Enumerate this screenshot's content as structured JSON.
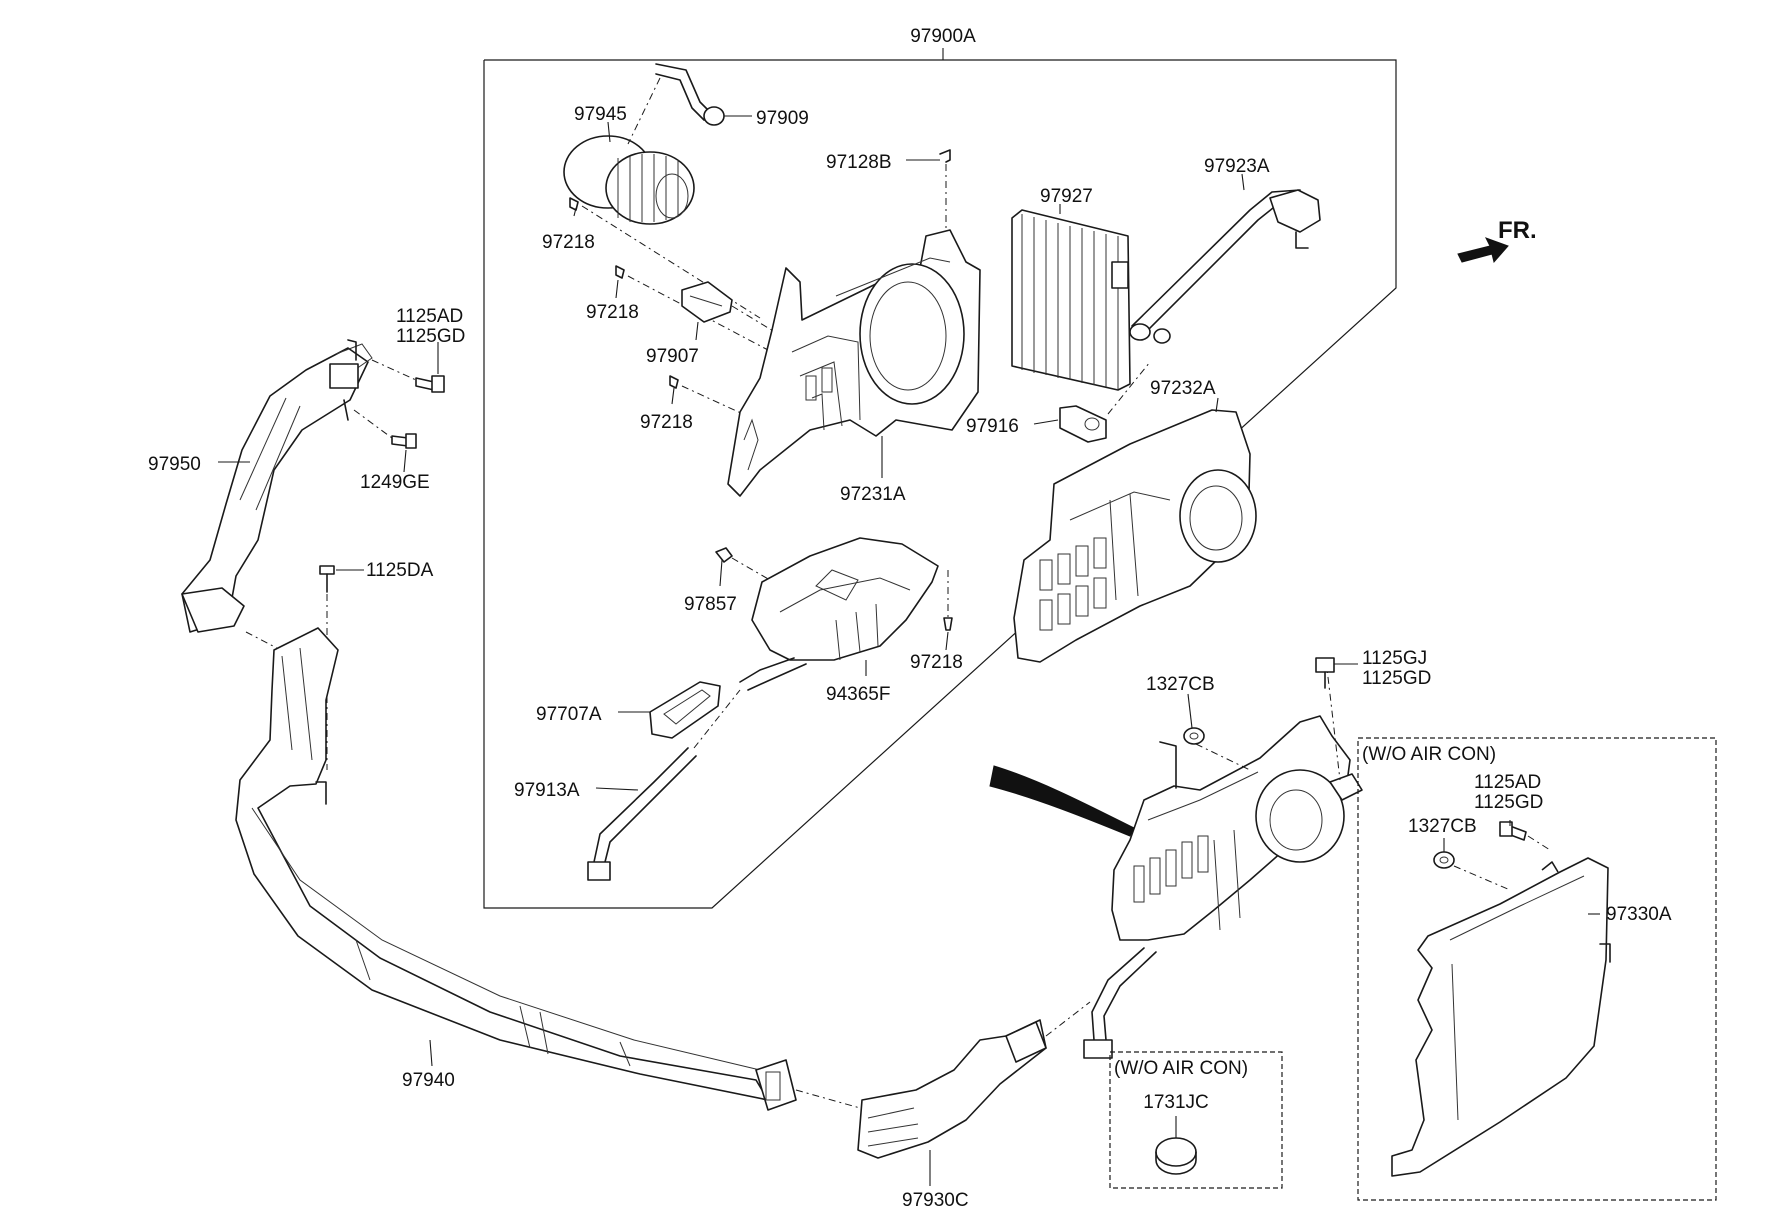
{
  "labels": {
    "assembly": "97900A",
    "blower_motor": "97945",
    "hose_top": "97909",
    "clip_top": "97128B",
    "screw_a": "97218",
    "screw_b": "97218",
    "resistor": "97907",
    "screw_c": "97218",
    "evaporator": "97927",
    "pipe": "97923A",
    "valve": "97916",
    "case_upper": "97231A",
    "case_lower": "97232A",
    "clip_mid": "97857",
    "drain_cover": "94365F",
    "screw_d": "97218",
    "seal": "97707A",
    "drain_hose": "97913A",
    "bolt_a1": "1125AD",
    "bolt_a2": "1125GD",
    "bolt_b": "1249GE",
    "duct_left": "97950",
    "screw_e": "1125DA",
    "grommet_a": "1327CB",
    "bolt_c1": "1125GJ",
    "bolt_c2": "1125GD",
    "duct_main": "97940",
    "duct_right": "97930C",
    "plug": "1731JC",
    "wo_aircon_1": "(W/O AIR CON)",
    "wo_aircon_2": "(W/O AIR CON)",
    "bolt_d1": "1125AD",
    "bolt_d2": "1125GD",
    "grommet_b": "1327CB",
    "case_alt": "97330A",
    "front": "FR."
  }
}
